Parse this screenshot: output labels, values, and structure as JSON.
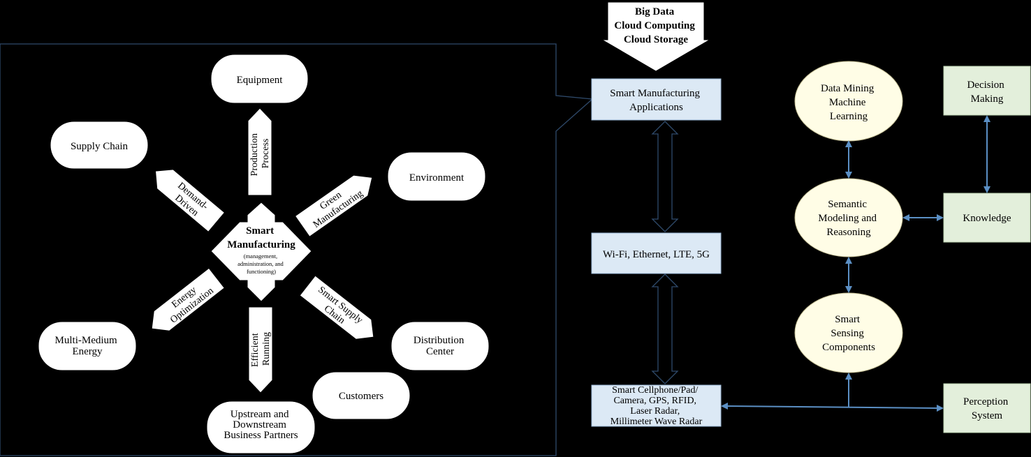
{
  "sm_center": {
    "title_line1": "Smart",
    "title_line2": "Manufacturing",
    "sub_line1": "(management,",
    "sub_line2": "administration, and",
    "sub_line3": "functioning)"
  },
  "nodes": {
    "equipment": "Equipment",
    "supply_chain": "Supply Chain",
    "environment": "Environment",
    "multi_energy_1": "Multi-Medium",
    "multi_energy_2": "Energy",
    "distribution_1": "Distribution",
    "distribution_2": "Center",
    "customers": "Customers",
    "partners_1": "Upstream and",
    "partners_2": "Downstream",
    "partners_3": "Business Partners"
  },
  "arrows": {
    "production_1": "Production",
    "production_2": "Process",
    "demand_1": "Demand-",
    "demand_2": "Driven",
    "green_1": "Green",
    "green_2": "Manufacturing",
    "energy_1": "Energy",
    "energy_2": "Optimization",
    "smartsupply_1": "Smart Supply",
    "smartsupply_2": "Chain",
    "efficient_1": "Efficient",
    "efficient_2": "Running"
  },
  "bigdata": {
    "line1": "Big Data",
    "line2": "Cloud Computing",
    "line3": "Cloud Storage"
  },
  "stack": {
    "apps_1": "Smart Manufacturing",
    "apps_2": "Applications",
    "network": "Wi-Fi, Ethernet, LTE, 5G",
    "devices_1": "Smart Cellphone/Pad/",
    "devices_2": "Camera, GPS, RFID,",
    "devices_3": "Laser Radar,",
    "devices_4": "Millimeter Wave Radar"
  },
  "ellipses": {
    "dm_1": "Data Mining",
    "dm_2": "Machine",
    "dm_3": "Learning",
    "sem_1": "Semantic",
    "sem_2": "Modeling and",
    "sem_3": "Reasoning",
    "sens_1": "Smart",
    "sens_2": "Sensing",
    "sens_3": "Components"
  },
  "green": {
    "decision_1": "Decision",
    "decision_2": "Making",
    "knowledge": "Knowledge",
    "perception_1": "Perception",
    "perception_2": "System"
  },
  "colors": {
    "background": "#000000",
    "blue_box": "#dce9f5",
    "green_box": "#e3efdb",
    "ellipse": "#fffde6",
    "link": "#5b8fc4"
  }
}
